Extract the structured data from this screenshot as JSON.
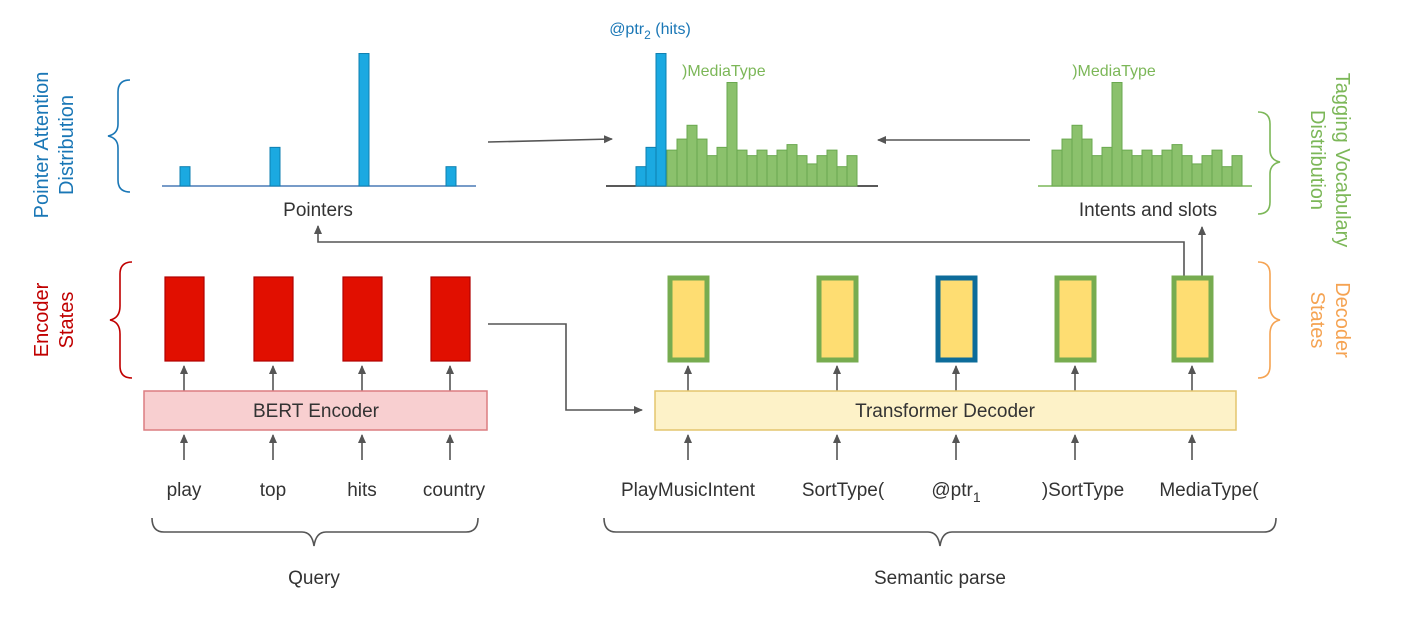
{
  "side_labels": {
    "pointer_attention": [
      "Pointer Attention",
      "Distribution"
    ],
    "encoder_states": [
      "Encoder",
      "States"
    ],
    "tagging_vocabulary": [
      "Tagging Vocabulary",
      "Distribution"
    ],
    "decoder_states": [
      "Decoder",
      "States"
    ]
  },
  "distributions": {
    "pointers_caption": "Pointers",
    "intents_caption": "Intents and slots",
    "merged_top_label": "@ptr",
    "merged_top_label_sub": "2",
    "merged_top_label_suffix": " (hits)",
    "merged_media_label": ")MediaType",
    "tagging_media_label": ")MediaType",
    "pointer_weights": [
      0.14,
      0.28,
      0.96,
      0.14
    ],
    "merged_pointer_weights": [
      0.14,
      0.28,
      0.96
    ],
    "vocab_weights": [
      0.26,
      0.34,
      0.44,
      0.34,
      0.22,
      0.28,
      0.75,
      0.26,
      0.22,
      0.26,
      0.22,
      0.26,
      0.3,
      0.22,
      0.16,
      0.22,
      0.26,
      0.14,
      0.22
    ]
  },
  "encoder": {
    "label": "BERT Encoder",
    "tokens": [
      "play",
      "top",
      "hits",
      "country"
    ],
    "group_label": "Query"
  },
  "decoder": {
    "label": "Transformer Decoder",
    "tokens": [
      "PlayMusicIntent",
      "SortType(",
      "@ptr",
      ")SortType",
      "MediaType("
    ],
    "ptr_sub": "1",
    "group_label": "Semantic parse"
  },
  "colors": {
    "pointer_blue": "#1ba9e1",
    "pointer_edge": "#0e7fb0",
    "label_blue": "#1a77b6",
    "vocab_green": "#8bc16c",
    "vocab_edge": "#6aa84f",
    "label_green": "#7cb758",
    "encoder_red": "#e10f00",
    "encoder_edge": "#b00000",
    "label_red": "#c00000",
    "encoder_box_fill": "#f8cfd0",
    "encoder_box_edge": "#dc7d81",
    "decoder_box_fill": "#fdf2c8",
    "decoder_box_edge": "#e3c56e",
    "decoder_state_fill": "#fedd72",
    "decoder_state_edge": "#77ac50",
    "decoder_state_edge_ptr": "#0d6c9a",
    "label_orange": "#f5a352",
    "arrow": "#555555",
    "text": "#333333"
  }
}
